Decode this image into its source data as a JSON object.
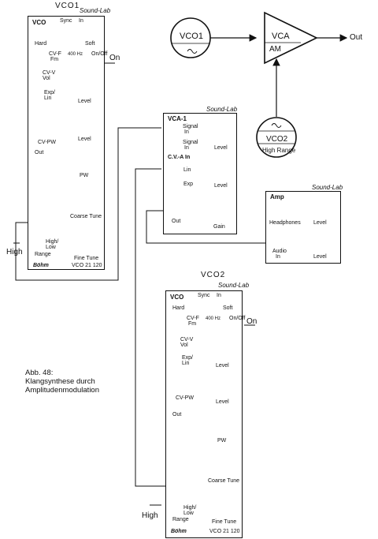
{
  "vco1": {
    "title": "VCO1",
    "logo": "Sound-Lab",
    "module": "VCO",
    "sync": "Sync",
    "sync_in": "In",
    "hard": "Hard",
    "soft": "Soft",
    "cv_f": "CV-F",
    "fm": "Fm",
    "freq_400": "400 Hz",
    "on_off": "On/Off",
    "cv_vol": "CV-V",
    "vol": "Vol",
    "expo": "Exp/",
    "lin": "Lin",
    "level": "Level",
    "cv_pw": "CV-PW",
    "out": "Out",
    "pw": "PW",
    "coarse_tune": "Coarse Tune",
    "fine_tune": "Fine Tune",
    "high_low": "High/",
    "low": "Low",
    "range": "Range",
    "brand": "Böhm",
    "model": "VCO 21 120",
    "on_label": "On",
    "high_label": "High"
  },
  "vca1": {
    "logo": "Sound-Lab",
    "title": "VCA-1",
    "signal1": "Signal",
    "in1": "In",
    "signal2": "Signal",
    "in2": "In",
    "level": "Level",
    "cva_in": "C.V.-A In",
    "lin": "Lin",
    "exp": "Exp",
    "level2": "Level",
    "out": "Out",
    "gain": "Gain"
  },
  "amp": {
    "title": "Amp",
    "logo": "Sound-Lab",
    "headphones": "Headphones",
    "level": "Level",
    "audio_in": "Audio",
    "in": "In",
    "level2": "Level"
  },
  "vco2": {
    "title": "VCO2",
    "logo": "Sound-Lab",
    "module": "VCO",
    "sync": "Sync",
    "sync_in": "In",
    "hard": "Hard",
    "soft": "Soft",
    "cv_f": "CV-F",
    "fm": "Fm",
    "freq_400": "400 Hz",
    "on_off": "On/Off",
    "cv_vol": "CV-V",
    "vol": "Vol",
    "expo": "Exp/",
    "lin": "Lin",
    "level": "Level",
    "cv_pw": "CV-PW",
    "out": "Out",
    "pw": "PW",
    "coarse_tune": "Coarse Tune",
    "fine_tune": "Fine Tune",
    "high_low": "High/",
    "low": "Low",
    "range": "Range",
    "brand": "Böhm",
    "model": "VCO 21 120",
    "on_label": "On",
    "high_label": "High"
  },
  "flow": {
    "vco1": "VCO1",
    "vca": "VCA",
    "am": "AM",
    "out": "Out",
    "vco2": "VCO2",
    "high_range": "High Range"
  },
  "caption": {
    "line1": "Abb. 48:",
    "line2": "Klangsynthese durch",
    "line3": "Amplitudenmodulation"
  },
  "colors": {
    "ink": "#111111",
    "paper": "#ffffff"
  }
}
